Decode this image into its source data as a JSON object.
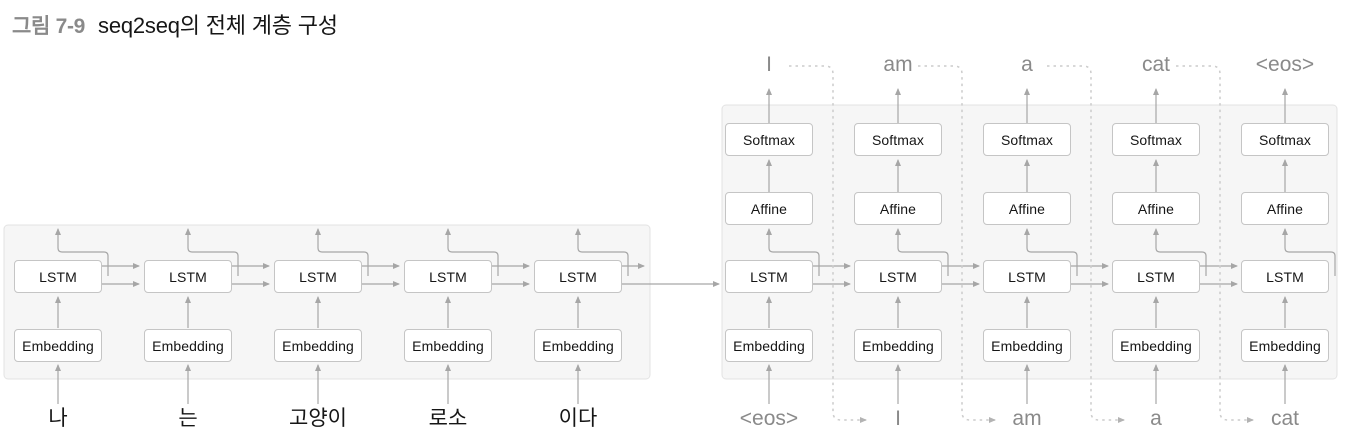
{
  "figure": {
    "label": "그림 7-9",
    "title": "seq2seq의 전체 계층 구성"
  },
  "labels": {
    "embedding": "Embedding",
    "lstm": "LSTM",
    "affine": "Affine",
    "softmax": "Softmax"
  },
  "encoder": {
    "inputs": [
      "나",
      "는",
      "고양이",
      "로소",
      "이다"
    ]
  },
  "decoder": {
    "inputs": [
      "<eos>",
      "I",
      "am",
      "a",
      "cat"
    ],
    "outputs": [
      "I",
      "am",
      "a",
      "cat",
      "<eos>"
    ]
  },
  "colors": {
    "panel_fill": "#f6f6f6",
    "panel_border": "#e3e3e3",
    "box_border": "#c5c5c5",
    "arrow": "#a6a6a6",
    "dashed_line": "#cccccc",
    "muted_text": "#8a8a8a",
    "figure_label": "#8a8a8a",
    "text": "#161616"
  }
}
